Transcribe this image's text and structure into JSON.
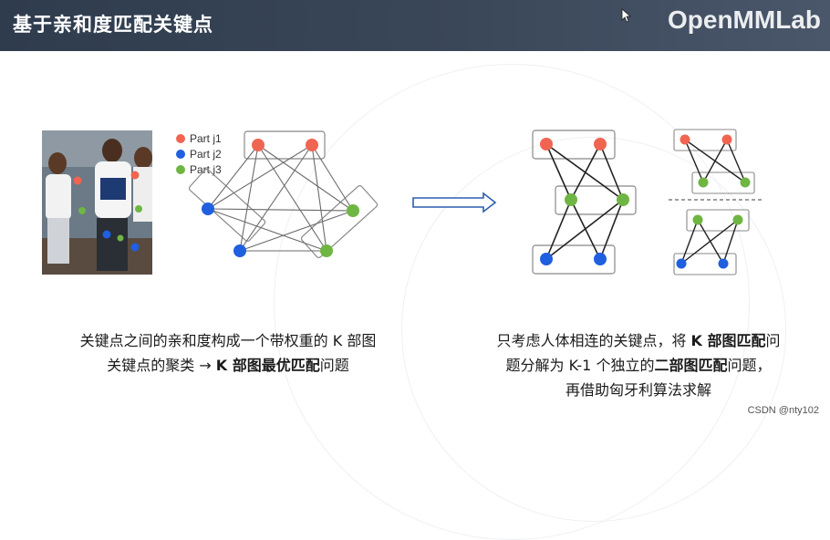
{
  "header": {
    "title": "基于亲和度匹配关键点",
    "logo": "OpenMMLab",
    "background": "#344254"
  },
  "legend": {
    "items": [
      {
        "label": "Part j1",
        "color": "#f06552"
      },
      {
        "label": "Part j2",
        "color": "#1f5fe0"
      },
      {
        "label": "Part j3",
        "color": "#6fb544"
      }
    ]
  },
  "captions": {
    "left_line1": "关键点之间的亲和度构成一个带权重的 K 部图",
    "left_line2_a": "关键点的聚类 → ",
    "left_line2_bold": "K 部图最优匹配",
    "left_line2_b": "问题",
    "right_line1_a": "只考虑人体相连的关键点，将 ",
    "right_line1_bold": "K 部图匹配",
    "right_line1_b": "问",
    "right_line2_a": "题分解为 K-1 个独立的",
    "right_line2_bold": "二部图匹配",
    "right_line2_b": "问题，",
    "right_line3": "再借助匈牙利算法求解"
  },
  "watermark": "CSDN @nty102"
}
